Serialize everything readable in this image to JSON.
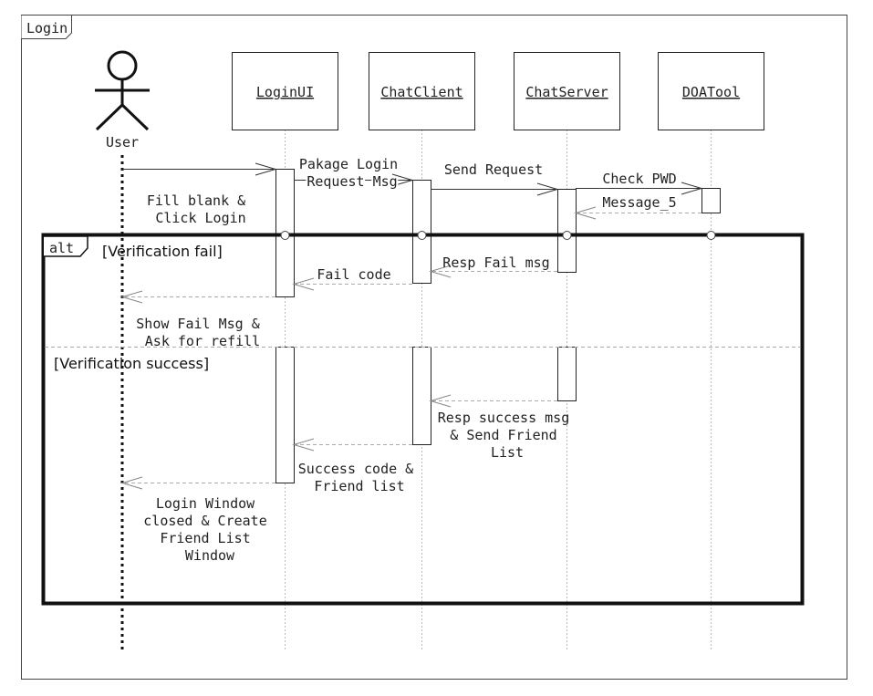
{
  "frame": {
    "label": "Login"
  },
  "actor": {
    "label": "User"
  },
  "participants": [
    {
      "label": "LoginUI"
    },
    {
      "label": "ChatClient"
    },
    {
      "label": "ChatServer"
    },
    {
      "label": "DOATool"
    }
  ],
  "messages": [
    {
      "from": "User",
      "to": "LoginUI",
      "kind": "sync",
      "lines": [
        "Fill blank &",
        "Click Login"
      ]
    },
    {
      "from": "LoginUI",
      "to": "ChatClient",
      "kind": "sync",
      "lines": [
        "Pakage Login",
        "Request Msg"
      ]
    },
    {
      "from": "ChatClient",
      "to": "ChatServer",
      "kind": "sync",
      "lines": [
        "Send Request"
      ]
    },
    {
      "from": "ChatServer",
      "to": "DOATool",
      "kind": "sync",
      "lines": [
        "Check PWD"
      ]
    },
    {
      "from": "DOATool",
      "to": "ChatServer",
      "kind": "return",
      "lines": [
        "Message_5"
      ]
    },
    {
      "from": "ChatServer",
      "to": "ChatClient",
      "kind": "return",
      "lines": [
        "Resp Fail msg"
      ]
    },
    {
      "from": "ChatClient",
      "to": "LoginUI",
      "kind": "return",
      "lines": [
        "Fail code"
      ]
    },
    {
      "from": "LoginUI",
      "to": "User",
      "kind": "return",
      "lines": [
        "Show Fail Msg &",
        "Ask for refill"
      ]
    },
    {
      "from": "ChatServer",
      "to": "ChatClient",
      "kind": "return",
      "lines": [
        "Resp success msg",
        "& Send Friend",
        "List"
      ]
    },
    {
      "from": "ChatClient",
      "to": "LoginUI",
      "kind": "return",
      "lines": [
        "Success code &",
        "Friend list"
      ]
    },
    {
      "from": "LoginUI",
      "to": "User",
      "kind": "return",
      "lines": [
        "Login Window",
        "closed & Create",
        "Friend List",
        "Window"
      ]
    }
  ],
  "fragment": {
    "operator": "alt",
    "guards": [
      "[Verification fail]",
      "[Verification success]"
    ]
  }
}
